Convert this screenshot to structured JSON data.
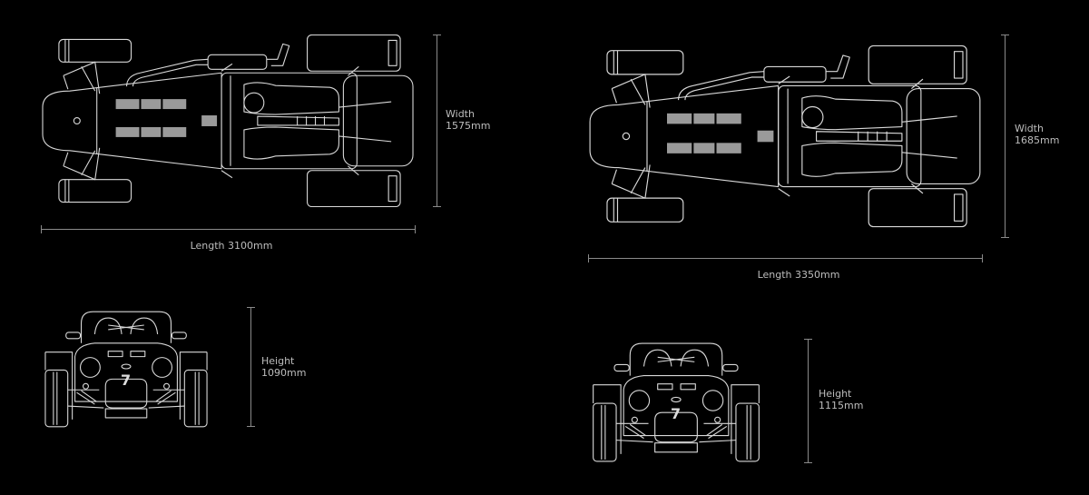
{
  "diagram": {
    "models": [
      {
        "top_view": {
          "width_title": "Width",
          "width_value": "1575mm",
          "length_label": "Length 3100mm"
        },
        "front_view": {
          "height_title": "Height",
          "height_value": "1090mm"
        },
        "badge": "7"
      },
      {
        "top_view": {
          "width_title": "Width",
          "width_value": "1685mm",
          "length_label": "Length 3350mm"
        },
        "front_view": {
          "height_title": "Height",
          "height_value": "1115mm"
        },
        "badge": "7"
      }
    ],
    "colors": {
      "background": "#000000",
      "line": "#d8d8d8",
      "text": "#bdbdbd"
    }
  }
}
